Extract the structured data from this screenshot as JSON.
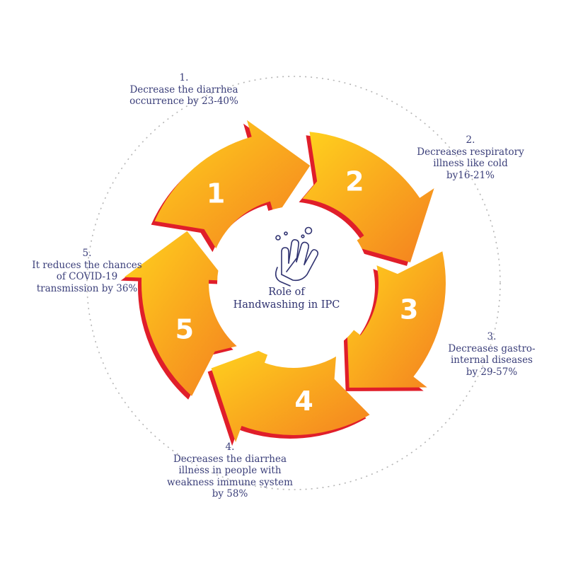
{
  "diagram": {
    "center": {
      "title_lines": [
        "Role of",
        "Handwashing in IPC"
      ],
      "icon": "washing-hands-icon"
    },
    "colors": {
      "gradient_light": "#ffd21e",
      "gradient_dark": "#f4801f",
      "edge": "#e01e2a",
      "text": "#3b3f7a",
      "dotted_ring": "#b5b5b5"
    },
    "steps": [
      {
        "number": "1",
        "caption_number": "1.",
        "lines": [
          "Decrease the diarrhea",
          "occurrence by 23-40%"
        ]
      },
      {
        "number": "2",
        "caption_number": "2.",
        "lines": [
          "Decreases respiratory",
          "illness like cold",
          "by16-21%"
        ]
      },
      {
        "number": "3",
        "caption_number": "3.",
        "lines": [
          "Decreases gastro-",
          "internal diseases",
          "by 29-57%"
        ]
      },
      {
        "number": "4",
        "caption_number": "4.",
        "lines": [
          "Decreases the diarrhea",
          "illness in people with",
          "weakness immune system",
          "by 58%"
        ]
      },
      {
        "number": "5",
        "caption_number": "5.",
        "lines": [
          "It reduces the chances",
          "of COVID-19",
          "transmission by 36%"
        ]
      }
    ]
  }
}
